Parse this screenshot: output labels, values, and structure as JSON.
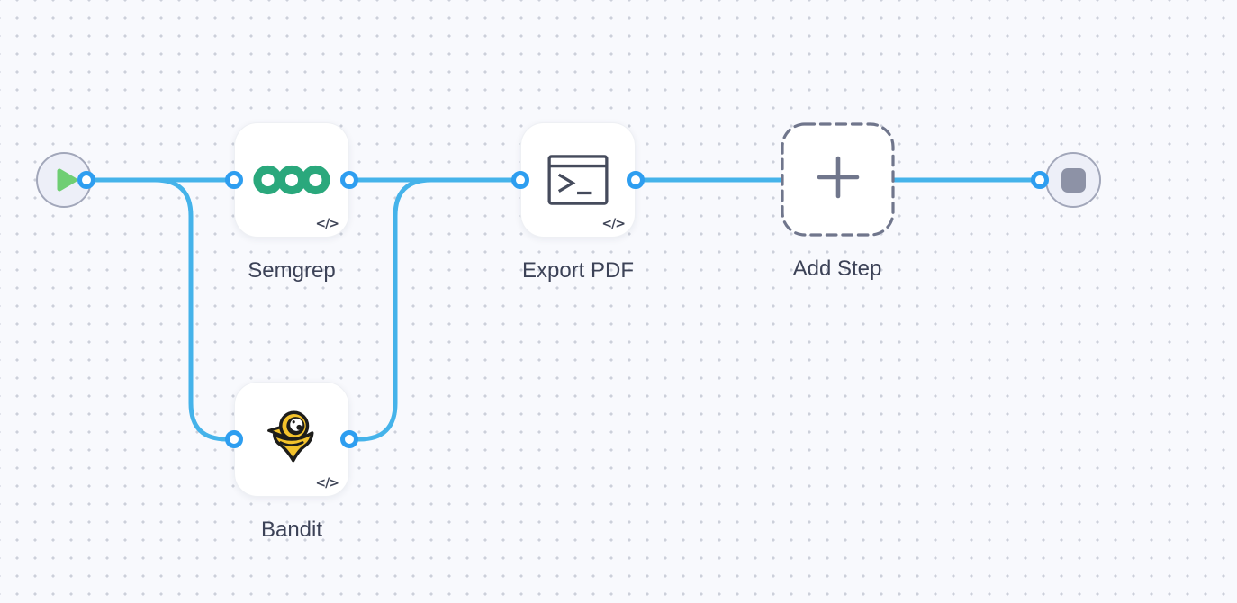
{
  "workflow": {
    "nodes": [
      {
        "id": "start",
        "type": "start",
        "label": "",
        "icon": "play-icon"
      },
      {
        "id": "semgrep",
        "type": "step",
        "label": "Semgrep",
        "icon": "semgrep-logo-icon",
        "badge": "code-icon"
      },
      {
        "id": "bandit",
        "type": "step",
        "label": "Bandit",
        "icon": "bandit-logo-icon",
        "badge": "code-icon"
      },
      {
        "id": "export-pdf",
        "type": "step",
        "label": "Export PDF",
        "icon": "terminal-icon",
        "badge": "code-icon"
      },
      {
        "id": "add-step",
        "type": "placeholder",
        "label": "Add Step",
        "icon": "plus-icon"
      },
      {
        "id": "end",
        "type": "end",
        "label": "",
        "icon": "stop-icon"
      }
    ],
    "edges": [
      {
        "from": "start",
        "to": "semgrep"
      },
      {
        "from": "start",
        "to": "bandit"
      },
      {
        "from": "semgrep",
        "to": "export-pdf"
      },
      {
        "from": "bandit",
        "to": "export-pdf"
      },
      {
        "from": "export-pdf",
        "to": "end"
      }
    ],
    "code_badge_text": "</>",
    "colors": {
      "canvas_bg": "#f8f9fd",
      "grid_dot": "#ccd0da",
      "edge_blue": "#45b3ea",
      "port_blue": "#2e9ef0",
      "play_green": "#6fce73",
      "stop_gray": "#8d92a6",
      "semgrep_green": "#2aa87c",
      "bandit_yellow": "#f3c22b",
      "icon_slate": "#454b5c",
      "label_text": "#3c4257",
      "dashed_border": "#70768c"
    }
  }
}
